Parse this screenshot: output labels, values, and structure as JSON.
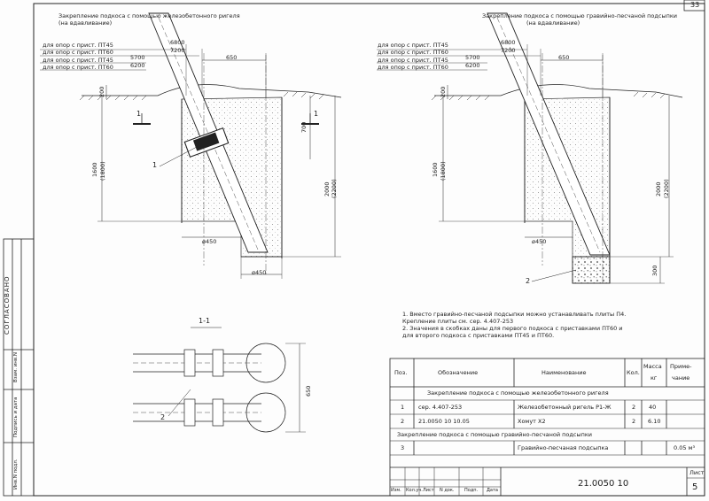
{
  "page_number": "33",
  "left_view": {
    "title": "Закрепление подкоса с помощью железобетонного ригеля",
    "subtitle": "(на вдавливание)",
    "callout": "1",
    "section_mark": "1"
  },
  "right_view": {
    "title": "Закрепление подкоса с помощью гравийно-песчаной подсыпки",
    "subtitle": "(на вдавливание)",
    "callout": "2"
  },
  "support_table": {
    "rows": [
      {
        "label": "для опор с прист. ПТ45",
        "value": "6800"
      },
      {
        "label": "для опор с прист. ПТ60",
        "value": "7200"
      },
      {
        "label": "для опор с прист. ПТ45",
        "value": "5700"
      },
      {
        "label": "для опор с прист. ПТ60",
        "value": "6200"
      }
    ]
  },
  "dimensions": {
    "d650": "650",
    "d200": "200",
    "d700": "700",
    "d1600": "1600",
    "d1600b": "(1800)",
    "d2000": "2000",
    "d2000b": "(2200)",
    "d450": "ø450",
    "d300": "300",
    "d650b": "650"
  },
  "section": {
    "title": "1-1",
    "callout": "2"
  },
  "notes": [
    "1. Вместо гравийно-песчаной подсыпки можно устанавливать плиты П4.",
    "Крепление плиты см. сер. 4.407-253",
    "2. Значения в скобках даны для первого подкоса с приставками ПТ60 и",
    "для второго подкоса с приставками ПТ45 и ПТ60."
  ],
  "spec_table": {
    "headers": {
      "pos": "Поз.",
      "designation": "Обозначение",
      "name": "Наименование",
      "qty": "Кол.",
      "mass": "Масса",
      "mass_unit": "кг",
      "note": "Приме-",
      "note2": "чание"
    },
    "section1": "Закрепление подкоса с помощью железобетонного ригеля",
    "rows1": [
      {
        "pos": "1",
        "designation": "сер. 4.407-253",
        "name": "Железобетонный ригель Р1-Ж",
        "qty": "2",
        "mass": "40",
        "note": ""
      },
      {
        "pos": "2",
        "designation": "21.0050 10 10.05",
        "name": "Хомут Х2",
        "qty": "2",
        "mass": "6.10",
        "note": ""
      }
    ],
    "section2": "Закрепление подкоса с помощью гравийно-песчаной подсыпки",
    "rows2": [
      {
        "pos": "3",
        "designation": "",
        "name": "Гравийно-песчаная подсыпка",
        "qty": "",
        "mass": "",
        "note": "0.05 м³"
      }
    ]
  },
  "title_block": {
    "doc_number": "21.0050 10",
    "sheet_label": "Лист",
    "sheet_number": "5",
    "stamp_cols": [
      "Изм.",
      "Кол.уч.",
      "Лист",
      "N док.",
      "Подп.",
      "Дата"
    ]
  },
  "margin": {
    "approval": "СОГЛАСОВАНО",
    "fields": [
      "Взам. инв.N",
      "Подпись и дата",
      "Инв.N подл."
    ]
  }
}
